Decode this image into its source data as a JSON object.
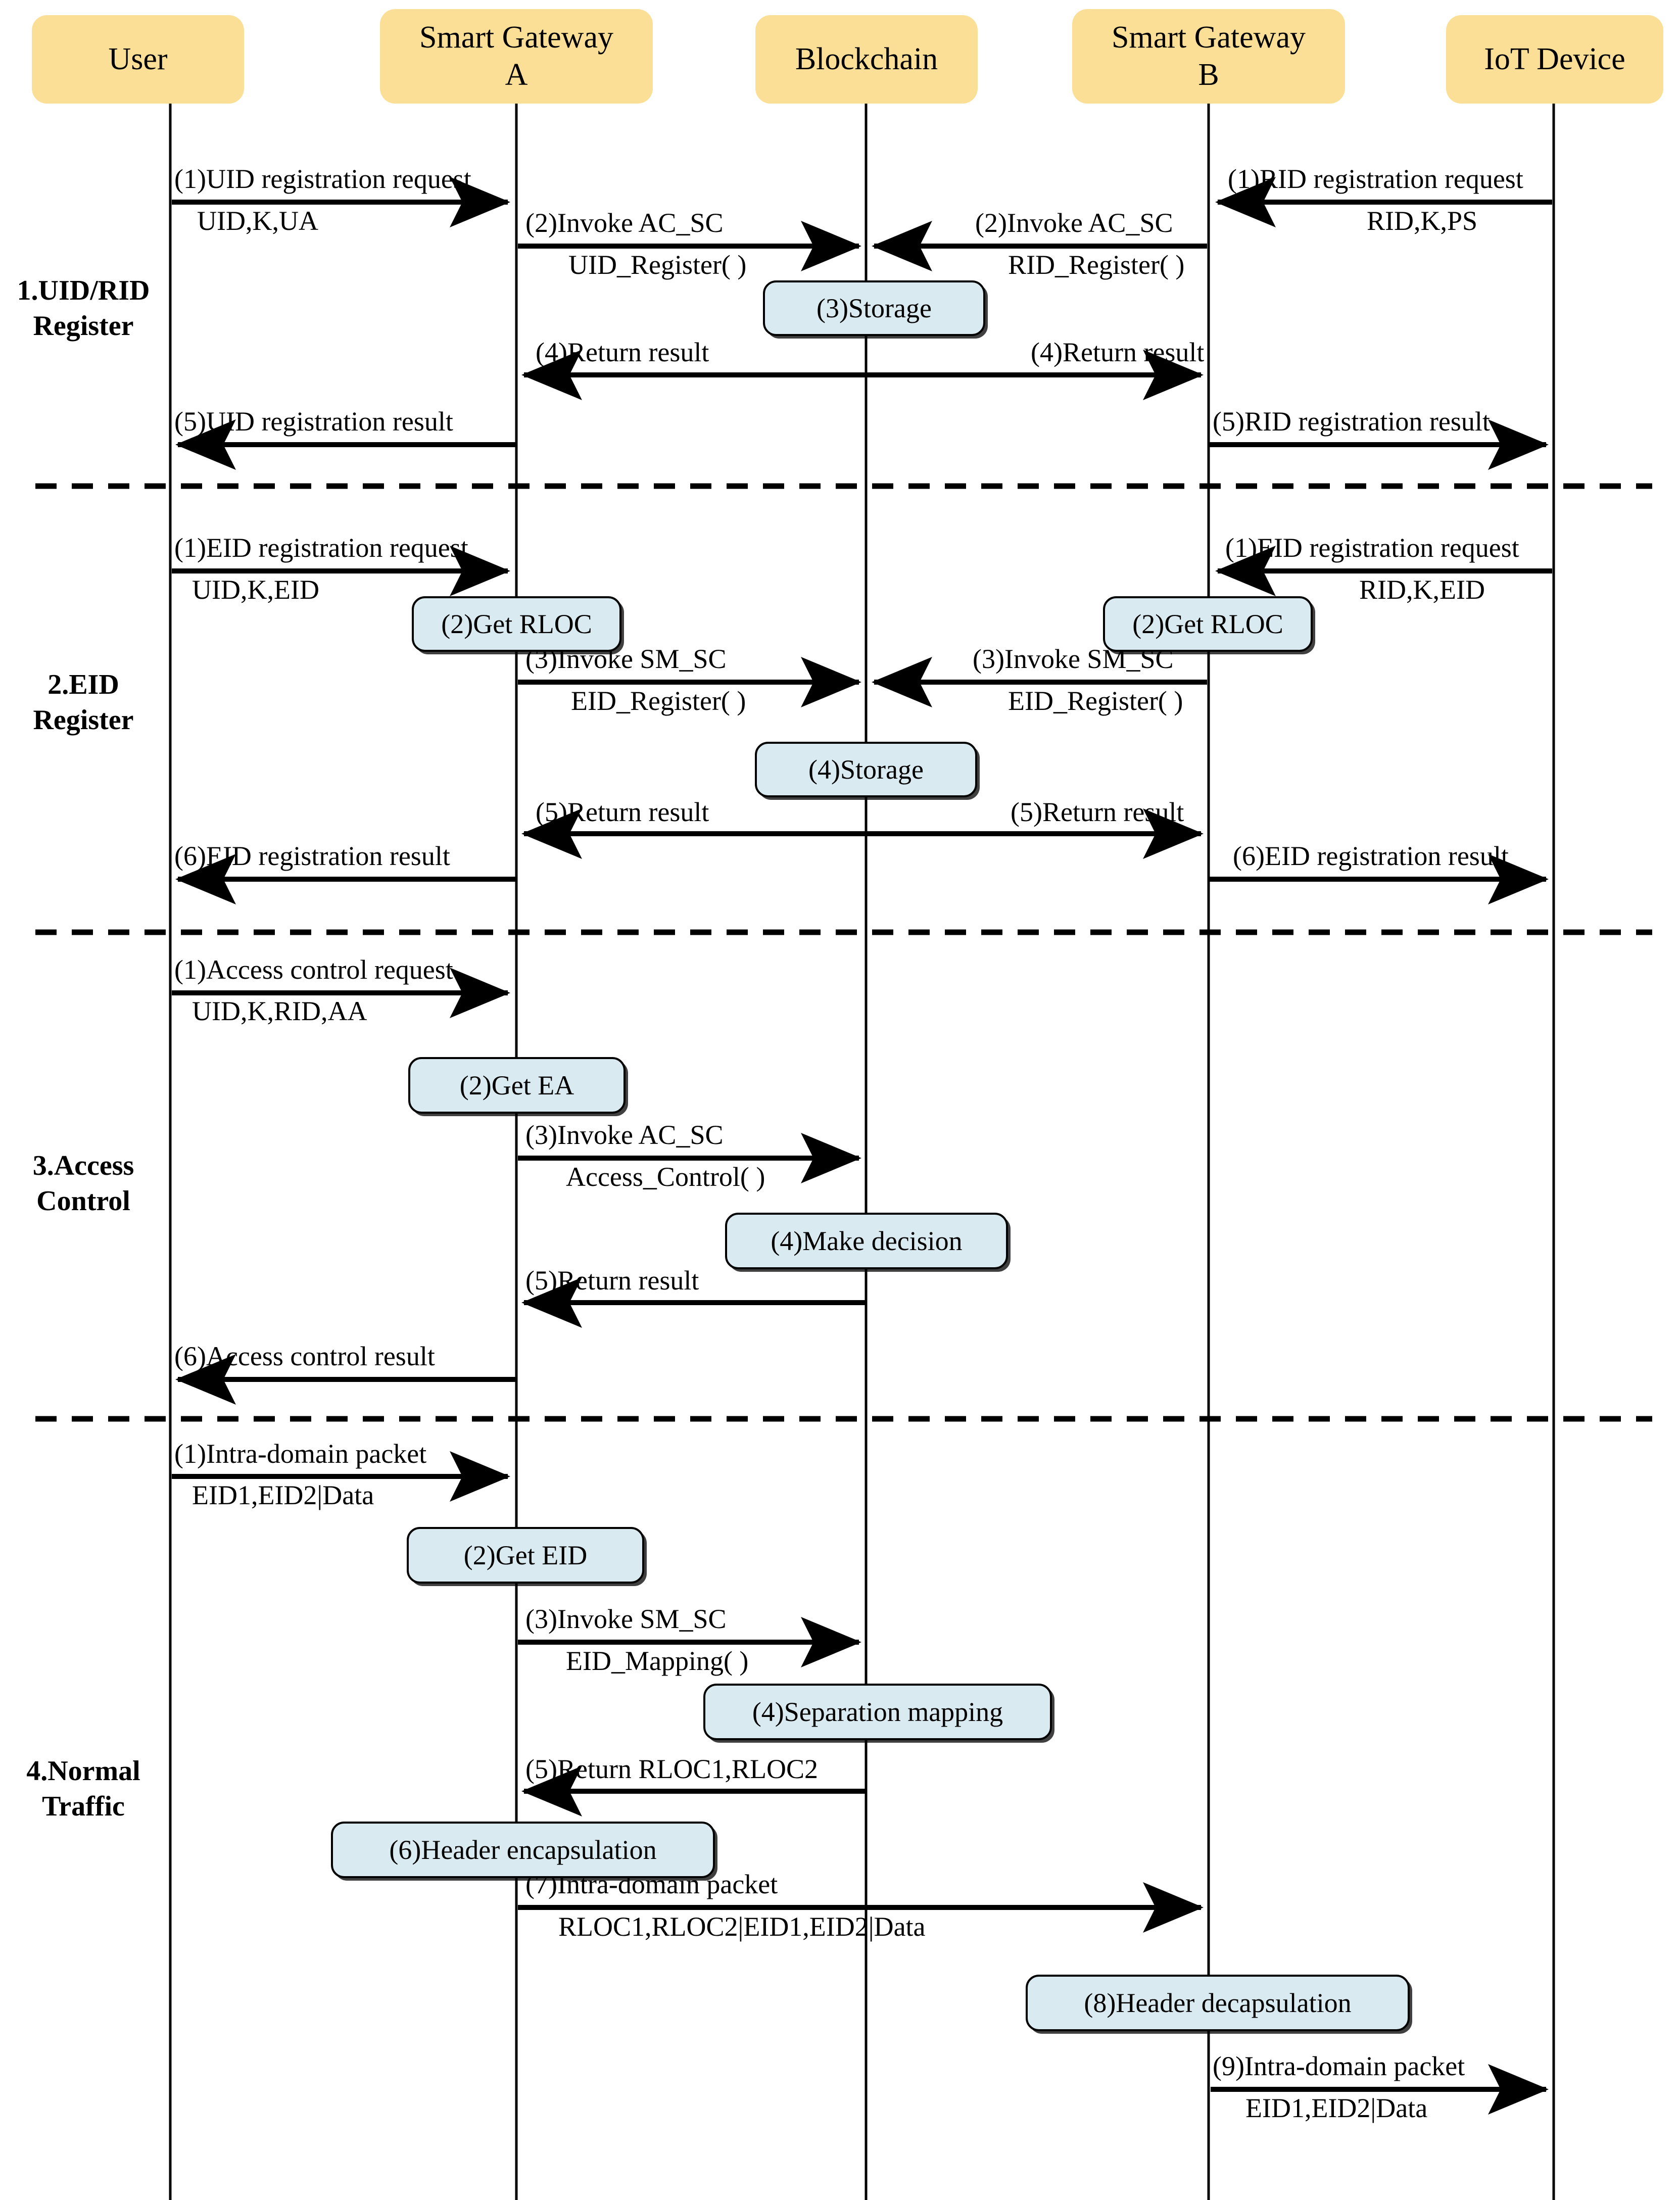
{
  "diagram": {
    "title": "Blockchain-based IoT identity registration, access control and traffic sequence diagram",
    "colors": {
      "actor_fill": "#fbdf96",
      "note_fill": "#d9eaf0",
      "line": "#000000",
      "background": "#ffffff"
    }
  },
  "actors": [
    {
      "id": "user",
      "label": "User",
      "label2": ""
    },
    {
      "id": "gateway_a",
      "label": "Smart Gateway",
      "label2": "A"
    },
    {
      "id": "blockchain",
      "label": "Blockchain",
      "label2": ""
    },
    {
      "id": "gateway_b",
      "label": "Smart Gateway",
      "label2": "B"
    },
    {
      "id": "iot_device",
      "label": "IoT Device",
      "label2": ""
    }
  ],
  "phases": [
    {
      "id": "phase1",
      "line1": "1.UID/RID",
      "line2": "Register"
    },
    {
      "id": "phase2",
      "line1": "2.EID",
      "line2": "Register"
    },
    {
      "id": "phase3",
      "line1": "3.Access",
      "line2": "Control"
    },
    {
      "id": "phase4",
      "line1": "4.Normal",
      "line2": "Traffic"
    }
  ],
  "messages": [
    {
      "id": "m1-1u",
      "phase": "phase1",
      "top": "(1)UID registration request",
      "bottom": "UID,K,UA",
      "from": "user",
      "to": "gateway_a",
      "dir": "right"
    },
    {
      "id": "m1-1r",
      "phase": "phase1",
      "top": "(1)RID registration request",
      "bottom": "RID,K,PS",
      "from": "iot_device",
      "to": "gateway_b",
      "dir": "left"
    },
    {
      "id": "m1-2a",
      "phase": "phase1",
      "top": "(2)Invoke AC_SC",
      "bottom": "UID_Register( )",
      "from": "gateway_a",
      "to": "blockchain",
      "dir": "right"
    },
    {
      "id": "m1-2b",
      "phase": "phase1",
      "top": "(2)Invoke AC_SC",
      "bottom": "RID_Register( )",
      "from": "gateway_b",
      "to": "blockchain",
      "dir": "left"
    },
    {
      "id": "m1-3",
      "phase": "phase1",
      "note": "(3)Storage",
      "on": "blockchain"
    },
    {
      "id": "m1-4a",
      "phase": "phase1",
      "top": "(4)Return result",
      "bottom": "",
      "from": "blockchain",
      "to": "gateway_a",
      "dir": "left"
    },
    {
      "id": "m1-4b",
      "phase": "phase1",
      "top": "(4)Return result",
      "bottom": "",
      "from": "blockchain",
      "to": "gateway_b",
      "dir": "right"
    },
    {
      "id": "m1-5a",
      "phase": "phase1",
      "top": "(5)UID registration result",
      "bottom": "",
      "from": "gateway_a",
      "to": "user",
      "dir": "left"
    },
    {
      "id": "m1-5b",
      "phase": "phase1",
      "top": "(5)RID registration result",
      "bottom": "",
      "from": "gateway_b",
      "to": "iot_device",
      "dir": "right"
    },
    {
      "id": "m2-1a",
      "phase": "phase2",
      "top": "(1)EID registration request",
      "bottom": "UID,K,EID",
      "from": "user",
      "to": "gateway_a",
      "dir": "right"
    },
    {
      "id": "m2-1b",
      "phase": "phase2",
      "top": "(1)EID registration request",
      "bottom": "RID,K,EID",
      "from": "iot_device",
      "to": "gateway_b",
      "dir": "left"
    },
    {
      "id": "m2-2a",
      "phase": "phase2",
      "note": "(2)Get RLOC",
      "on": "gateway_a"
    },
    {
      "id": "m2-2b",
      "phase": "phase2",
      "note": "(2)Get RLOC",
      "on": "gateway_b"
    },
    {
      "id": "m2-3a",
      "phase": "phase2",
      "top": "(3)Invoke SM_SC",
      "bottom": "EID_Register( )",
      "from": "gateway_a",
      "to": "blockchain",
      "dir": "right"
    },
    {
      "id": "m2-3b",
      "phase": "phase2",
      "top": "(3)Invoke SM_SC",
      "bottom": "EID_Register( )",
      "from": "gateway_b",
      "to": "blockchain",
      "dir": "left"
    },
    {
      "id": "m2-4",
      "phase": "phase2",
      "note": "(4)Storage",
      "on": "blockchain"
    },
    {
      "id": "m2-5a",
      "phase": "phase2",
      "top": "(5)Return result",
      "bottom": "",
      "from": "blockchain",
      "to": "gateway_a",
      "dir": "left"
    },
    {
      "id": "m2-5b",
      "phase": "phase2",
      "top": "(5)Return result",
      "bottom": "",
      "from": "blockchain",
      "to": "gateway_b",
      "dir": "right"
    },
    {
      "id": "m2-6a",
      "phase": "phase2",
      "top": "(6)EID registration result",
      "bottom": "",
      "from": "gateway_a",
      "to": "user",
      "dir": "left"
    },
    {
      "id": "m2-6b",
      "phase": "phase2",
      "top": "(6)EID registration result",
      "bottom": "",
      "from": "gateway_b",
      "to": "iot_device",
      "dir": "right"
    },
    {
      "id": "m3-1",
      "phase": "phase3",
      "top": "(1)Access control request",
      "bottom": "UID,K,RID,AA",
      "from": "user",
      "to": "gateway_a",
      "dir": "right"
    },
    {
      "id": "m3-2",
      "phase": "phase3",
      "note": "(2)Get EA",
      "on": "gateway_a"
    },
    {
      "id": "m3-3",
      "phase": "phase3",
      "top": "(3)Invoke AC_SC",
      "bottom": "Access_Control( )",
      "from": "gateway_a",
      "to": "blockchain",
      "dir": "right"
    },
    {
      "id": "m3-4",
      "phase": "phase3",
      "note": "(4)Make decision",
      "on": "blockchain"
    },
    {
      "id": "m3-5",
      "phase": "phase3",
      "top": "(5)Return result",
      "bottom": "",
      "from": "blockchain",
      "to": "gateway_a",
      "dir": "left"
    },
    {
      "id": "m3-6",
      "phase": "phase3",
      "top": "(6)Access control result",
      "bottom": "",
      "from": "gateway_a",
      "to": "user",
      "dir": "left"
    },
    {
      "id": "m4-1",
      "phase": "phase4",
      "top": "(1)Intra-domain packet",
      "bottom": "EID1,EID2|Data",
      "from": "user",
      "to": "gateway_a",
      "dir": "right"
    },
    {
      "id": "m4-2",
      "phase": "phase4",
      "note": "(2)Get EID",
      "on": "gateway_a"
    },
    {
      "id": "m4-3",
      "phase": "phase4",
      "top": "(3)Invoke SM_SC",
      "bottom": "EID_Mapping( )",
      "from": "gateway_a",
      "to": "blockchain",
      "dir": "right"
    },
    {
      "id": "m4-4",
      "phase": "phase4",
      "note": "(4)Separation mapping",
      "on": "blockchain"
    },
    {
      "id": "m4-5",
      "phase": "phase4",
      "top": "(5)Return RLOC1,RLOC2",
      "bottom": "",
      "from": "blockchain",
      "to": "gateway_a",
      "dir": "left"
    },
    {
      "id": "m4-6",
      "phase": "phase4",
      "note": "(6)Header encapsulation",
      "on": "gateway_a"
    },
    {
      "id": "m4-7",
      "phase": "phase4",
      "top": "(7)Intra-domain packet",
      "bottom": "RLOC1,RLOC2|EID1,EID2|Data",
      "from": "gateway_a",
      "to": "gateway_b",
      "dir": "right"
    },
    {
      "id": "m4-8",
      "phase": "phase4",
      "note": "(8)Header decapsulation",
      "on": "gateway_b"
    },
    {
      "id": "m4-9",
      "phase": "phase4",
      "top": "(9)Intra-domain packet",
      "bottom": "EID1,EID2|Data",
      "from": "gateway_b",
      "to": "iot_device",
      "dir": "right"
    }
  ],
  "labels": {
    "actor0": "User",
    "actor1_l1": "Smart Gateway",
    "actor1_l2": "A",
    "actor2": "Blockchain",
    "actor3_l1": "Smart Gateway",
    "actor3_l2": "B",
    "actor4": "IoT Device",
    "p1l1": "1.UID/RID",
    "p1l2": "Register",
    "p2l1": "2.EID",
    "p2l2": "Register",
    "p3l1": "3.Access",
    "p3l2": "Control",
    "p4l1": "4.Normal",
    "p4l2": "Traffic",
    "t1": "(1)UID registration request",
    "b1": "UID,K,UA",
    "t2": "(1)RID registration request",
    "b2": "RID,K,PS",
    "t3": "(2)Invoke AC_SC",
    "b3": "UID_Register( )",
    "t4": "(2)Invoke AC_SC",
    "b4": "RID_Register( )",
    "n1": "(3)Storage",
    "t5": "(4)Return result",
    "t6": "(4)Return result",
    "t7": "(5)UID registration result",
    "t8": "(5)RID registration result",
    "t9": "(1)EID registration request",
    "b9": "UID,K,EID",
    "t10": "(1)EID registration request",
    "b10": "RID,K,EID",
    "n2": "(2)Get RLOC",
    "n3": "(2)Get RLOC",
    "t11": "(3)Invoke SM_SC",
    "b11": "EID_Register( )",
    "t12": "(3)Invoke SM_SC",
    "b12": "EID_Register( )",
    "n4": "(4)Storage",
    "t13": "(5)Return result",
    "t14": "(5)Return result",
    "t15": "(6)EID registration result",
    "t16": "(6)EID registration result",
    "t17": "(1)Access control request",
    "b17": "UID,K,RID,AA",
    "n5": "(2)Get EA",
    "t18": "(3)Invoke AC_SC",
    "b18": "Access_Control( )",
    "n6": "(4)Make decision",
    "t19": "(5)Return result",
    "t20": "(6)Access control result",
    "t21": "(1)Intra-domain packet",
    "b21": "EID1,EID2|Data",
    "n7": "(2)Get EID",
    "t22": "(3)Invoke SM_SC",
    "b22": "EID_Mapping( )",
    "n8": "(4)Separation mapping",
    "t23": "(5)Return RLOC1,RLOC2",
    "n9": "(6)Header encapsulation",
    "t24": "(7)Intra-domain packet",
    "b24": "RLOC1,RLOC2|EID1,EID2|Data",
    "n10": "(8)Header decapsulation",
    "t25": "(9)Intra-domain packet",
    "b25": "EID1,EID2|Data"
  }
}
